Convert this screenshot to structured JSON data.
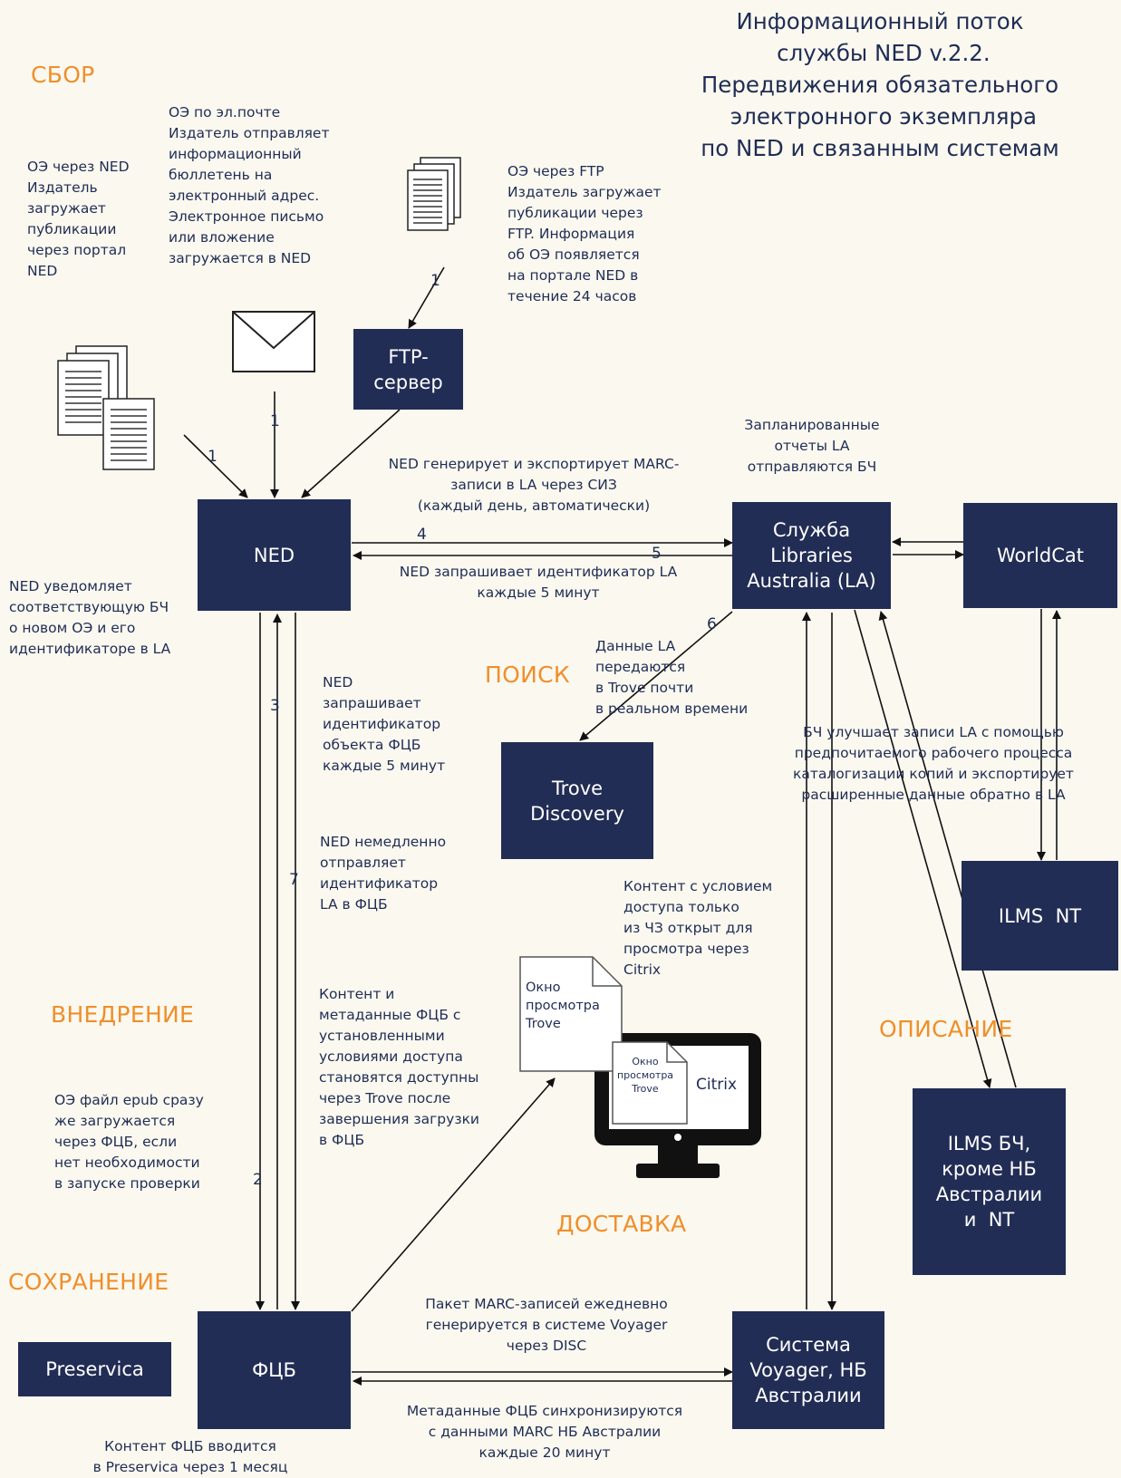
{
  "title": "Информационный поток\n службы NED v.2.2.\nПередвижения обязательного\n электронного экземпляра\nпо NED и связанным системам",
  "sections": {
    "collect": "СБОР",
    "search": "ПОИСК",
    "implement": "ВНЕДРЕНИЕ",
    "describe": "ОПИСАНИЕ",
    "deliver": "ДОСТАВКА",
    "preserve": "СОХРАНЕНИЕ"
  },
  "boxes": {
    "ftp": "FTP-\nсервер",
    "ned": "NED",
    "la": "Служба\nLibraries\nAustralia (LA)",
    "worldcat": "WorldCat",
    "trove": "Trove\nDiscovery",
    "ilms_nt": "ILMS  NT",
    "ilms_lib": "ILMS БЧ,\nкроме НБ\nАвстралии\nи  NT",
    "fcb": "ФЦБ",
    "voyager": "Система\nVoyager, НБ\nАвстралии",
    "preservica": "Preservica"
  },
  "notes": {
    "portal": "ОЭ через NED\nИздатель\nзагружает\nпубликации\nчерез портал\nNED",
    "email": "ОЭ по эл.почте\nИздатель отправляет\nинформационный\nбюллетень на\nэлектронный адрес.\nЭлектронное письмо\nили вложение\nзагружается в NED",
    "ftp": "ОЭ через FTP\nИздатель загружает\nпубликации через\nFTP. Информация\nоб ОЭ появляется\nна портале NED в\nтечение 24 часов",
    "scheduled": "Запланированные\nотчеты LA\nотправляются БЧ",
    "marc_export": "NED генерирует и экспортирует MARC-\nзаписи в LA через СИЗ\n(каждый день, автоматически)",
    "ned_request_la": "NED запрашивает идентификатор LA\nкаждые 5 минут",
    "ned_notify": "NED уведомляет\nсоответствующую БЧ\nо новом ОЭ и его\nидентификаторе в LA",
    "la_trove": "Данные LA\nпередаются\nв Trove почти\nв реальном времени",
    "ned_request_fcb": "NED\nзапрашивает\nидентификатор\nобъекта ФЦБ\nкаждые 5 минут",
    "lib_improve": "БЧ улучшает записи LA с помощью\nпредпочитаемого рабочего процесса\nкаталогизации копий и экспортирует\nрасширенные данные обратно в LA",
    "ned_send": "NED немедленно\nотправляет\nидентификатор\nLA в ФЦБ",
    "citrix_note": "Контент с условием\nдоступа только\nиз ЧЗ открыт для\nпросмотра через\nCitrix",
    "content_trove": "Контент и\nметаданные ФЦБ с\nустановленными\nусловиями доступа\nстановятся доступны\nчерез Trove после\nзавершения загрузки\nв ФЦБ",
    "epub": "ОЭ файл epub сразу\nже загружается\nчерез ФЦБ, если\nнет необходимости\nв запуске проверки",
    "marc_batch": "Пакет MARC-записей ежедневно\nгенерируется в системе Voyager\nчерез DISC",
    "meta_sync": "Метаданные ФЦБ синхронизируются\nс данными MARC НБ Австралии\nкаждые 20 минут",
    "preservica_note": "Контент ФЦБ вводится\nв Preservica через 1 месяц"
  },
  "viewers": {
    "trove_viewer": "Окно\nпросмотра\nTrove",
    "trove_viewer_small": "Окно\nпросмотра\nTrove",
    "citrix": "Citrix"
  },
  "numbers": {
    "ftp_to_server": "1",
    "email_to_ned": "1",
    "portal_to_ned": "1",
    "ned_to_la": "4",
    "la_to_ned": "5",
    "la_to_trove": "6",
    "fcb_to_ned": "3",
    "ned_to_fcb": "7",
    "ned_to_fcb_down": "2"
  },
  "colors": {
    "background": "#fbf8ef",
    "box": "#222d55",
    "text": "#1f2d55",
    "section": "#ef8f2a"
  }
}
